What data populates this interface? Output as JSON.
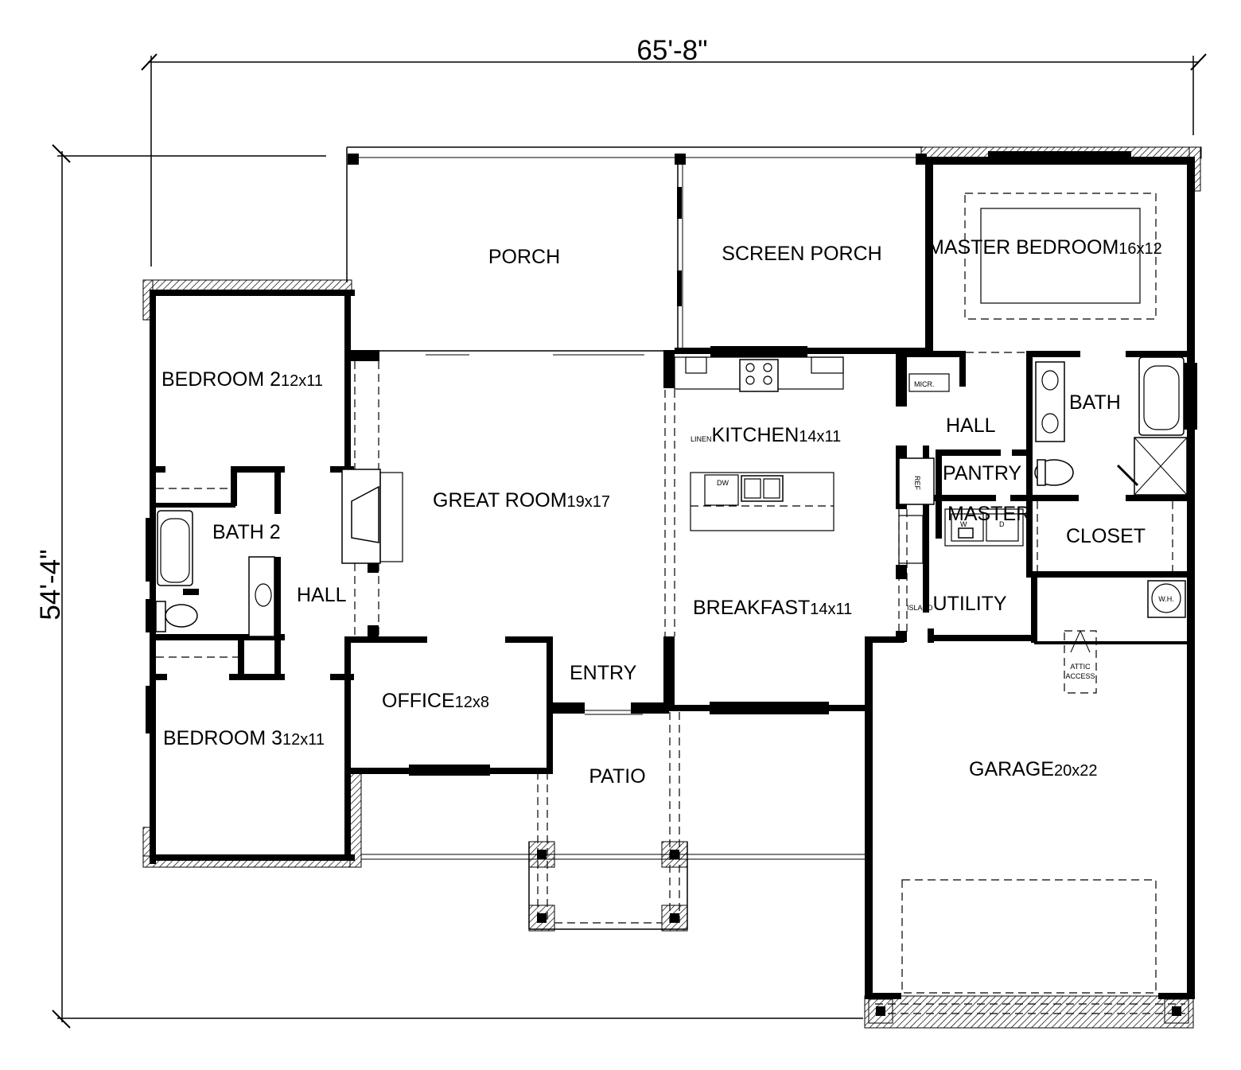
{
  "dimensions": {
    "width": "65'-8\"",
    "depth": "54'-4\""
  },
  "rooms": {
    "porch": {
      "name": "PORCH"
    },
    "screen_porch": {
      "name": "SCREEN PORCH"
    },
    "master_bedroom": {
      "name": "MASTER BEDROOM",
      "size": "16x12"
    },
    "bedroom2": {
      "name": "BEDROOM 2",
      "size": "12x11"
    },
    "bath2": {
      "name": "BATH 2"
    },
    "hall_left": {
      "name": "HALL"
    },
    "great_room": {
      "name": "GREAT ROOM",
      "size": "19x17"
    },
    "kitchen": {
      "name": "KITCHEN",
      "size": "14x11"
    },
    "breakfast": {
      "name": "BREAKFAST",
      "size": "14x11"
    },
    "hall_right": {
      "name": "HALL"
    },
    "pantry": {
      "name": "PANTRY"
    },
    "master_closet": {
      "name": "MASTER"
    },
    "bath": {
      "name": "BATH"
    },
    "closet": {
      "name": "CLOSET"
    },
    "utility": {
      "name": "UTILITY"
    },
    "entry": {
      "name": "ENTRY"
    },
    "office": {
      "name": "OFFICE",
      "size": "12x8"
    },
    "bedroom3": {
      "name": "BEDROOM 3",
      "size": "12x11"
    },
    "patio": {
      "name": "PATIO"
    },
    "garage": {
      "name": "GARAGE",
      "size": "20x22"
    }
  },
  "fixtures": {
    "linen": "LINEN",
    "island": "ISLAND",
    "dw": "DW",
    "micr": "MICR.",
    "ref": "REF",
    "washer": "W",
    "dryer": "D",
    "water_heater": "W.H.",
    "attic_line1": "ATTIC",
    "attic_line2": "ACCESS"
  }
}
